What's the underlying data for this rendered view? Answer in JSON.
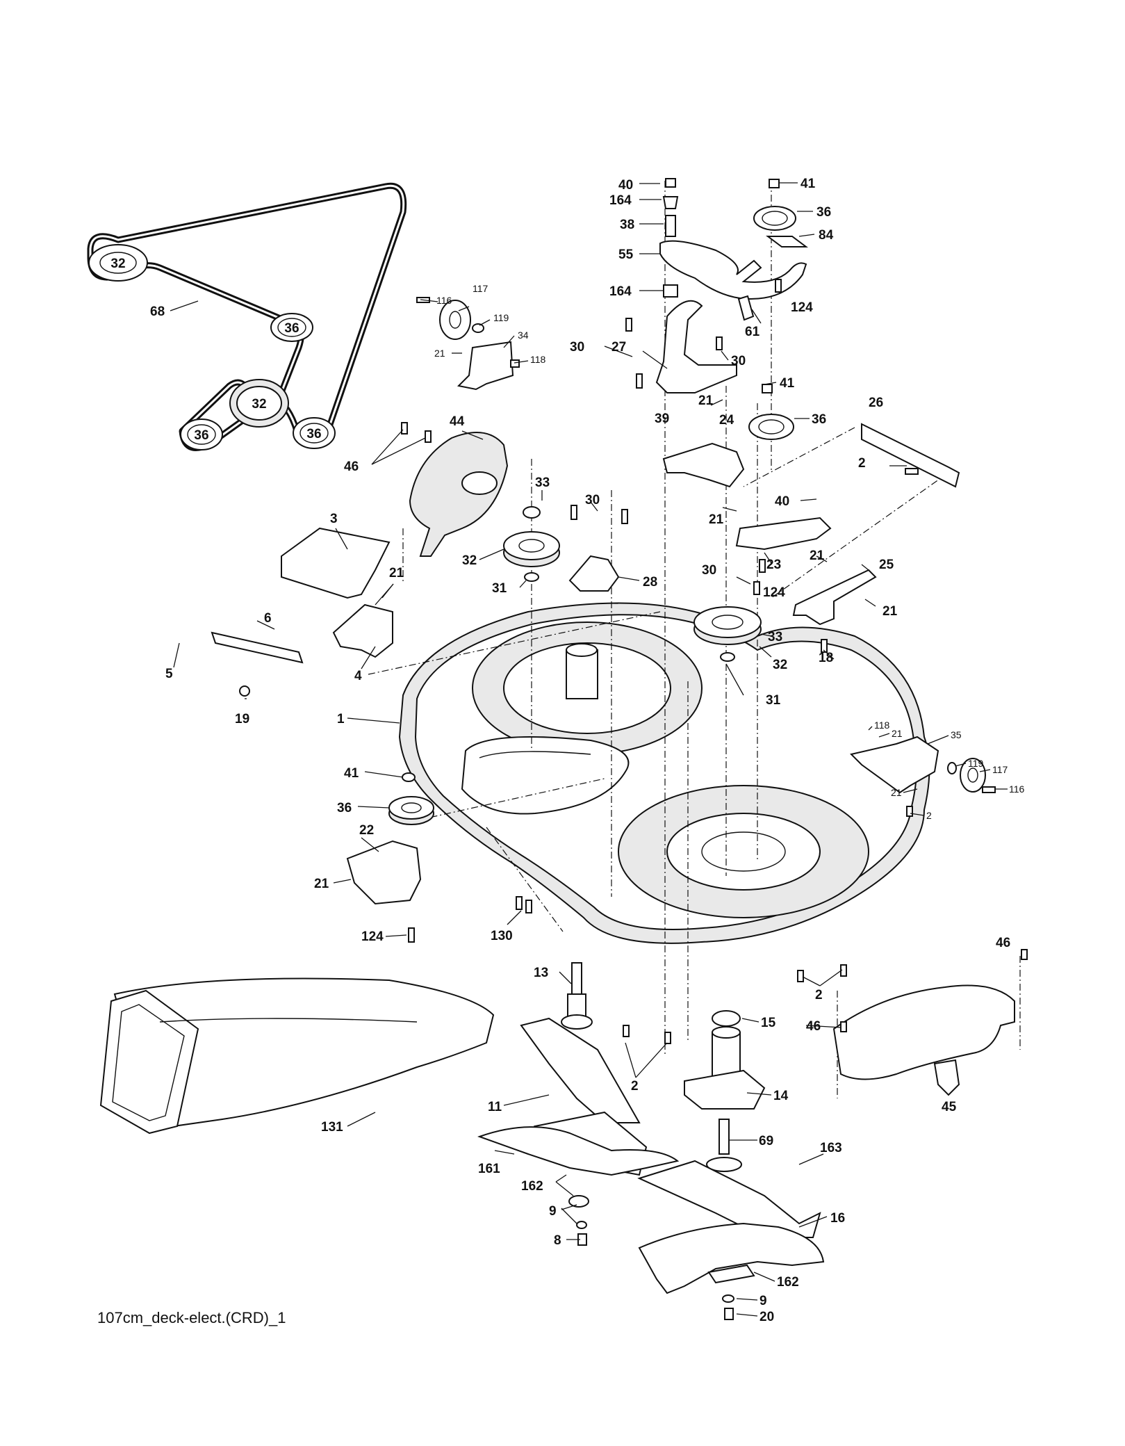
{
  "caption": "107cm_deck-elect.(CRD)_1",
  "belt_diagram": {
    "pulley_labels": [
      "32",
      "36",
      "32",
      "36",
      "36"
    ],
    "belt_label": "68"
  },
  "callouts": [
    {
      "id": "c40a",
      "text": "40"
    },
    {
      "id": "c164a",
      "text": "164"
    },
    {
      "id": "c38",
      "text": "38"
    },
    {
      "id": "c55",
      "text": "55"
    },
    {
      "id": "c164b",
      "text": "164"
    },
    {
      "id": "c41a",
      "text": "41"
    },
    {
      "id": "c36a",
      "text": "36"
    },
    {
      "id": "c84",
      "text": "84"
    },
    {
      "id": "c124a",
      "text": "124"
    },
    {
      "id": "c61",
      "text": "61"
    },
    {
      "id": "c30a",
      "text": "30"
    },
    {
      "id": "c27",
      "text": "27"
    },
    {
      "id": "c30b",
      "text": "30"
    },
    {
      "id": "c41b",
      "text": "41"
    },
    {
      "id": "c21a",
      "text": "21"
    },
    {
      "id": "c39",
      "text": "39"
    },
    {
      "id": "c24",
      "text": "24"
    },
    {
      "id": "c36b",
      "text": "36"
    },
    {
      "id": "c26",
      "text": "26"
    },
    {
      "id": "c2a",
      "text": "2"
    },
    {
      "id": "c40b",
      "text": "40"
    },
    {
      "id": "c21b",
      "text": "21"
    },
    {
      "id": "c23",
      "text": "23"
    },
    {
      "id": "c21c",
      "text": "21"
    },
    {
      "id": "c25",
      "text": "25"
    },
    {
      "id": "c21d",
      "text": "21"
    },
    {
      "id": "c30c",
      "text": "30"
    },
    {
      "id": "c124b",
      "text": "124"
    },
    {
      "id": "c33a",
      "text": "33"
    },
    {
      "id": "c32a",
      "text": "32"
    },
    {
      "id": "c18",
      "text": "18"
    },
    {
      "id": "c31a",
      "text": "31"
    },
    {
      "id": "c116a",
      "text": "116"
    },
    {
      "id": "c117a",
      "text": "117"
    },
    {
      "id": "c119a",
      "text": "119"
    },
    {
      "id": "c34",
      "text": "34"
    },
    {
      "id": "c21e",
      "text": "21"
    },
    {
      "id": "c118a",
      "text": "118"
    },
    {
      "id": "c46a",
      "text": "46"
    },
    {
      "id": "c44",
      "text": "44"
    },
    {
      "id": "c33b",
      "text": "33"
    },
    {
      "id": "c30d",
      "text": "30"
    },
    {
      "id": "c32b",
      "text": "32"
    },
    {
      "id": "c31b",
      "text": "31"
    },
    {
      "id": "c28",
      "text": "28"
    },
    {
      "id": "c3",
      "text": "3"
    },
    {
      "id": "c21f",
      "text": "21"
    },
    {
      "id": "c6",
      "text": "6"
    },
    {
      "id": "c5",
      "text": "5"
    },
    {
      "id": "c4",
      "text": "4"
    },
    {
      "id": "c19",
      "text": "19"
    },
    {
      "id": "c1",
      "text": "1"
    },
    {
      "id": "c118b",
      "text": "118"
    },
    {
      "id": "c21g",
      "text": "21"
    },
    {
      "id": "c35",
      "text": "35"
    },
    {
      "id": "c119b",
      "text": "119"
    },
    {
      "id": "c117b",
      "text": "117"
    },
    {
      "id": "c21h",
      "text": "21"
    },
    {
      "id": "c116b",
      "text": "116"
    },
    {
      "id": "c2b",
      "text": "2"
    },
    {
      "id": "c41c",
      "text": "41"
    },
    {
      "id": "c36c",
      "text": "36"
    },
    {
      "id": "c22",
      "text": "22"
    },
    {
      "id": "c21i",
      "text": "21"
    },
    {
      "id": "c124c",
      "text": "124"
    },
    {
      "id": "c130",
      "text": "130"
    },
    {
      "id": "c46b",
      "text": "46"
    },
    {
      "id": "c13",
      "text": "13"
    },
    {
      "id": "c2c",
      "text": "2"
    },
    {
      "id": "c15",
      "text": "15"
    },
    {
      "id": "c46c",
      "text": "46"
    },
    {
      "id": "c2d",
      "text": "2"
    },
    {
      "id": "c14",
      "text": "14"
    },
    {
      "id": "c45",
      "text": "45"
    },
    {
      "id": "c11",
      "text": "11"
    },
    {
      "id": "c131",
      "text": "131"
    },
    {
      "id": "c69",
      "text": "69"
    },
    {
      "id": "c163",
      "text": "163"
    },
    {
      "id": "c161",
      "text": "161"
    },
    {
      "id": "c162a",
      "text": "162"
    },
    {
      "id": "c9a",
      "text": "9"
    },
    {
      "id": "c8",
      "text": "8"
    },
    {
      "id": "c16",
      "text": "16"
    },
    {
      "id": "c162b",
      "text": "162"
    },
    {
      "id": "c9b",
      "text": "9"
    },
    {
      "id": "c20",
      "text": "20"
    }
  ]
}
